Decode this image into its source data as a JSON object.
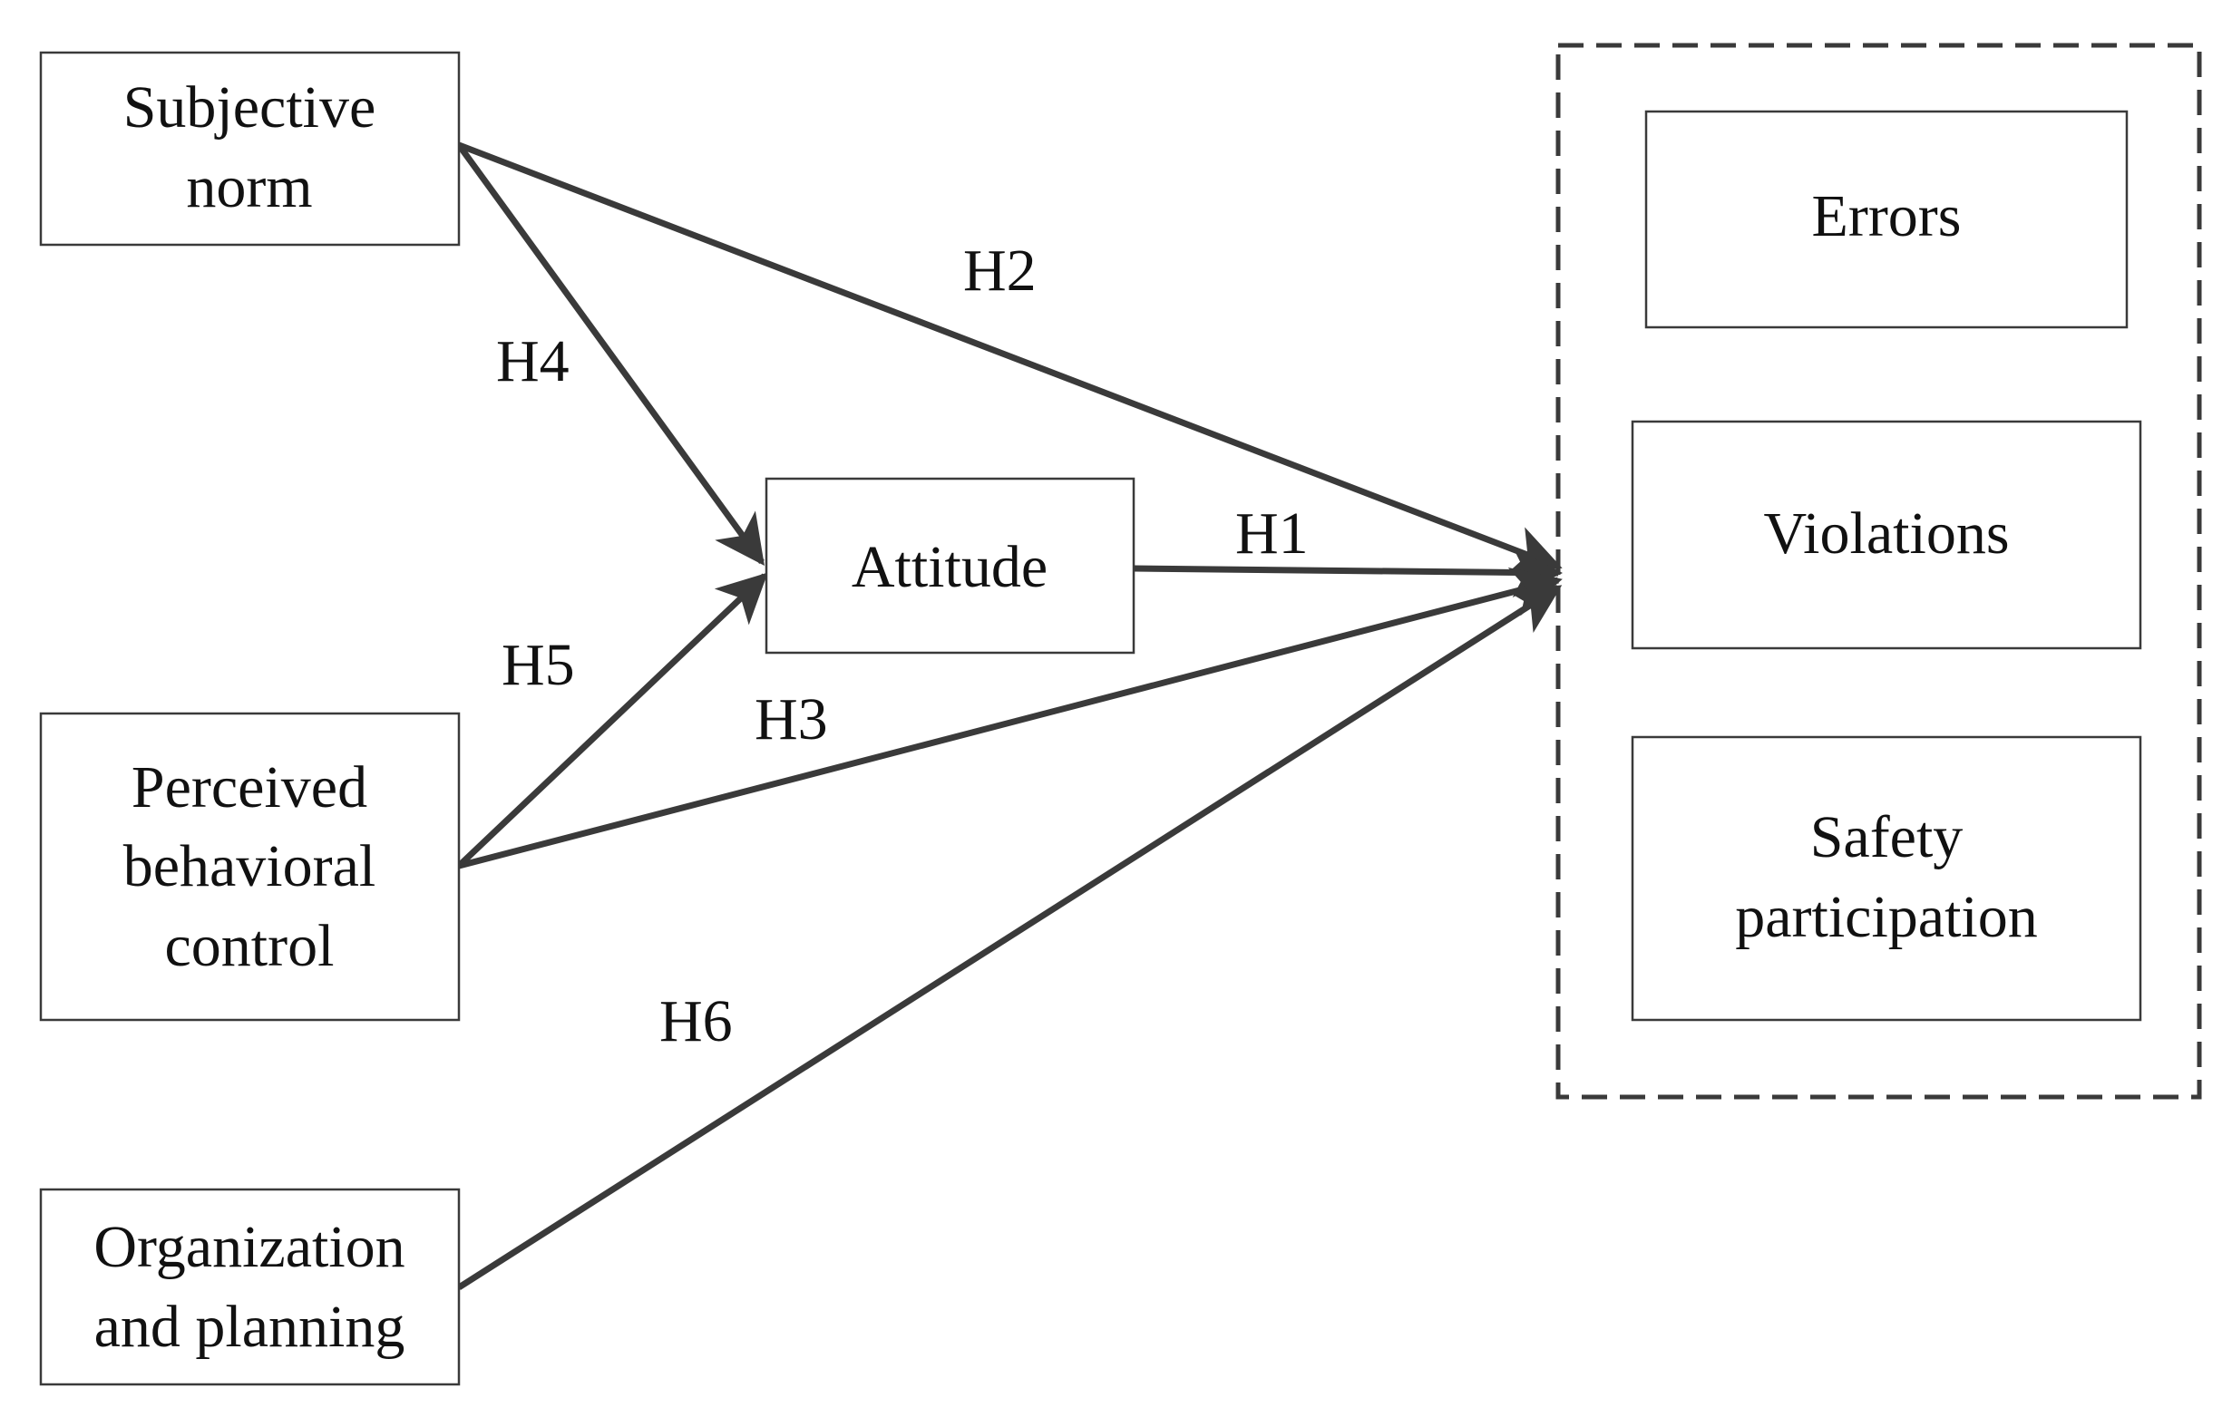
{
  "nodes": {
    "subjective_norm": {
      "line1": "Subjective",
      "line2": "norm"
    },
    "perceived_behavioral_control": {
      "line1": "Perceived",
      "line2": "behavioral",
      "line3": "control"
    },
    "organization_planning": {
      "line1": "Organization",
      "line2": "and planning"
    },
    "attitude": {
      "label": "Attitude"
    },
    "errors": {
      "label": "Errors"
    },
    "violations": {
      "label": "Violations"
    },
    "safety_participation": {
      "line1": "Safety",
      "line2": "participation"
    }
  },
  "hypotheses": {
    "h1": "H1",
    "h2": "H2",
    "h3": "H3",
    "h4": "H4",
    "h5": "H5",
    "h6": "H6"
  },
  "colors": {
    "stroke": "#3a3a3a",
    "text": "#111111",
    "background": "#ffffff"
  }
}
